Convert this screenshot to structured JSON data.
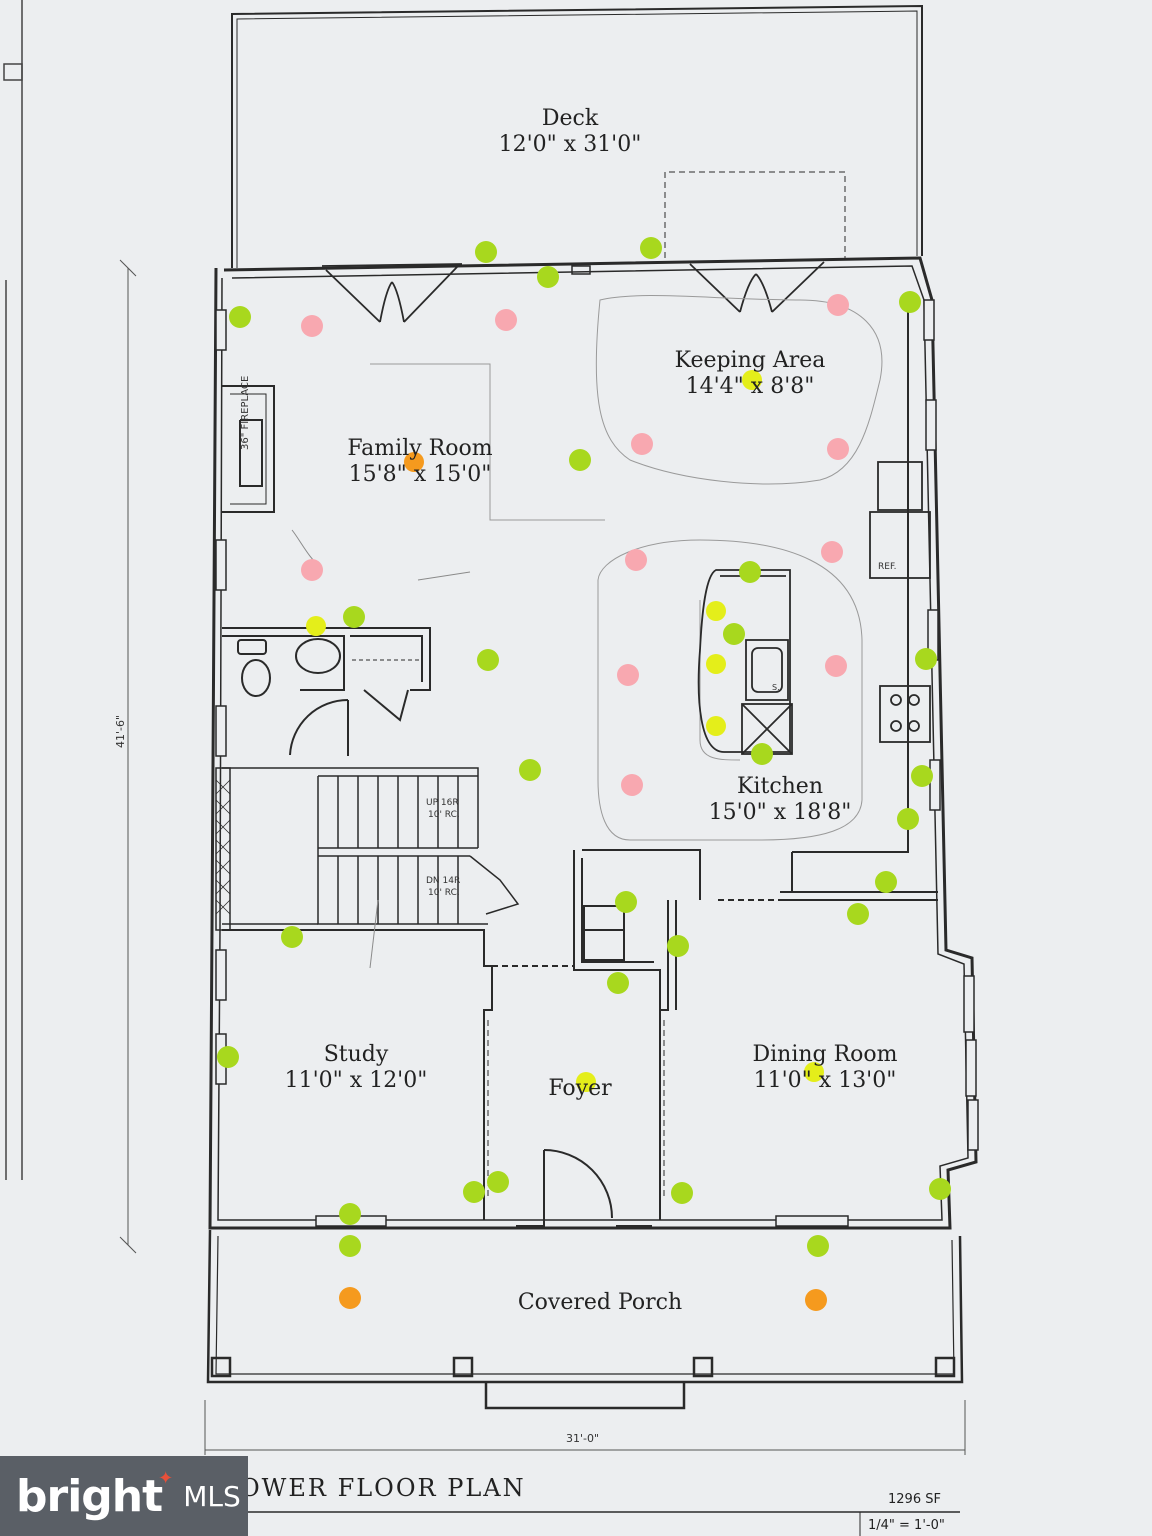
{
  "rooms": {
    "deck": {
      "name": "Deck",
      "size": "12'0\" x 31'0\""
    },
    "keeping": {
      "name": "Keeping Area",
      "size": "14'4\" x 8'8\""
    },
    "family": {
      "name": "Family Room",
      "size": "15'8\" x 15'0\""
    },
    "kitchen": {
      "name": "Kitchen",
      "size": "15'0\" x 18'8\""
    },
    "study": {
      "name": "Study",
      "size": "11'0\" x 12'0\""
    },
    "foyer": {
      "name": "Foyer"
    },
    "dining": {
      "name": "Dining Room",
      "size": "11'0\" x 13'0\""
    },
    "porch": {
      "name": "Covered Porch"
    }
  },
  "labels": {
    "fireplace": "36\" FIREPLACE",
    "ref": "REF.",
    "stair_up": "UP 16R",
    "stair_up_clg": "10' RC.",
    "stair_dn": "DN 14R",
    "stair_dn_clg": "10' RC.",
    "dim_height": "41'-6\"",
    "dim_width": "31'-0\"",
    "sink": "S."
  },
  "footer": {
    "title": "OWER FLOOR PLAN",
    "area": "1296 SF",
    "scale": "1/4\" = 1'-0\""
  },
  "logo": {
    "brand": "bright",
    "suffix": "MLS"
  },
  "colors": {
    "green_dot": "#a8d81e",
    "yellow_dot": "#e4ee1a",
    "pink_dot": "#f8a8b0",
    "orange_dot": "#f59a1e",
    "line": "#2a2a2a",
    "paper": "#eceef0"
  }
}
